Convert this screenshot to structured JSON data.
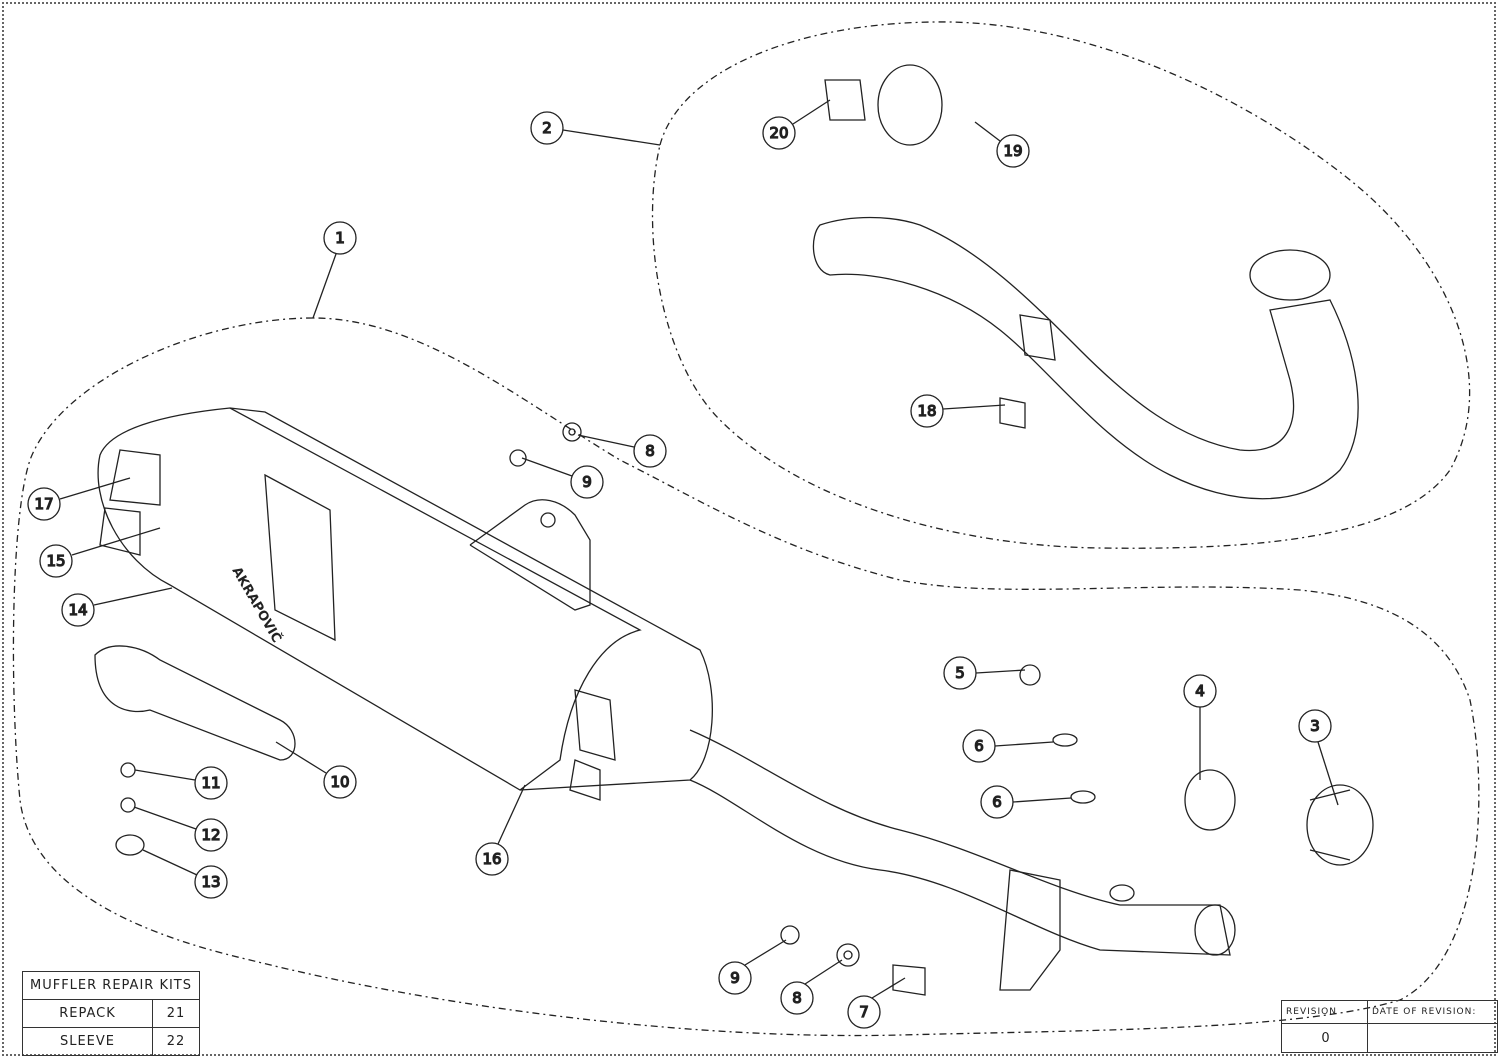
{
  "callouts": [
    "1",
    "2",
    "3",
    "4",
    "5",
    "6",
    "6",
    "7",
    "8",
    "8",
    "9",
    "9",
    "10",
    "11",
    "12",
    "13",
    "14",
    "15",
    "16",
    "17",
    "18",
    "19",
    "20"
  ],
  "logo_text": "AKRAPOVIČ",
  "repair_kits": {
    "title": "MUFFLER REPAIR KITS",
    "rows": [
      {
        "name": "REPACK",
        "number": "21"
      },
      {
        "name": "SLEEVE",
        "number": "22"
      }
    ]
  },
  "revision_table": {
    "revision_label": "REVISION",
    "date_label": "DATE OF REVISION:",
    "revision_value": "0",
    "date_value": ""
  }
}
